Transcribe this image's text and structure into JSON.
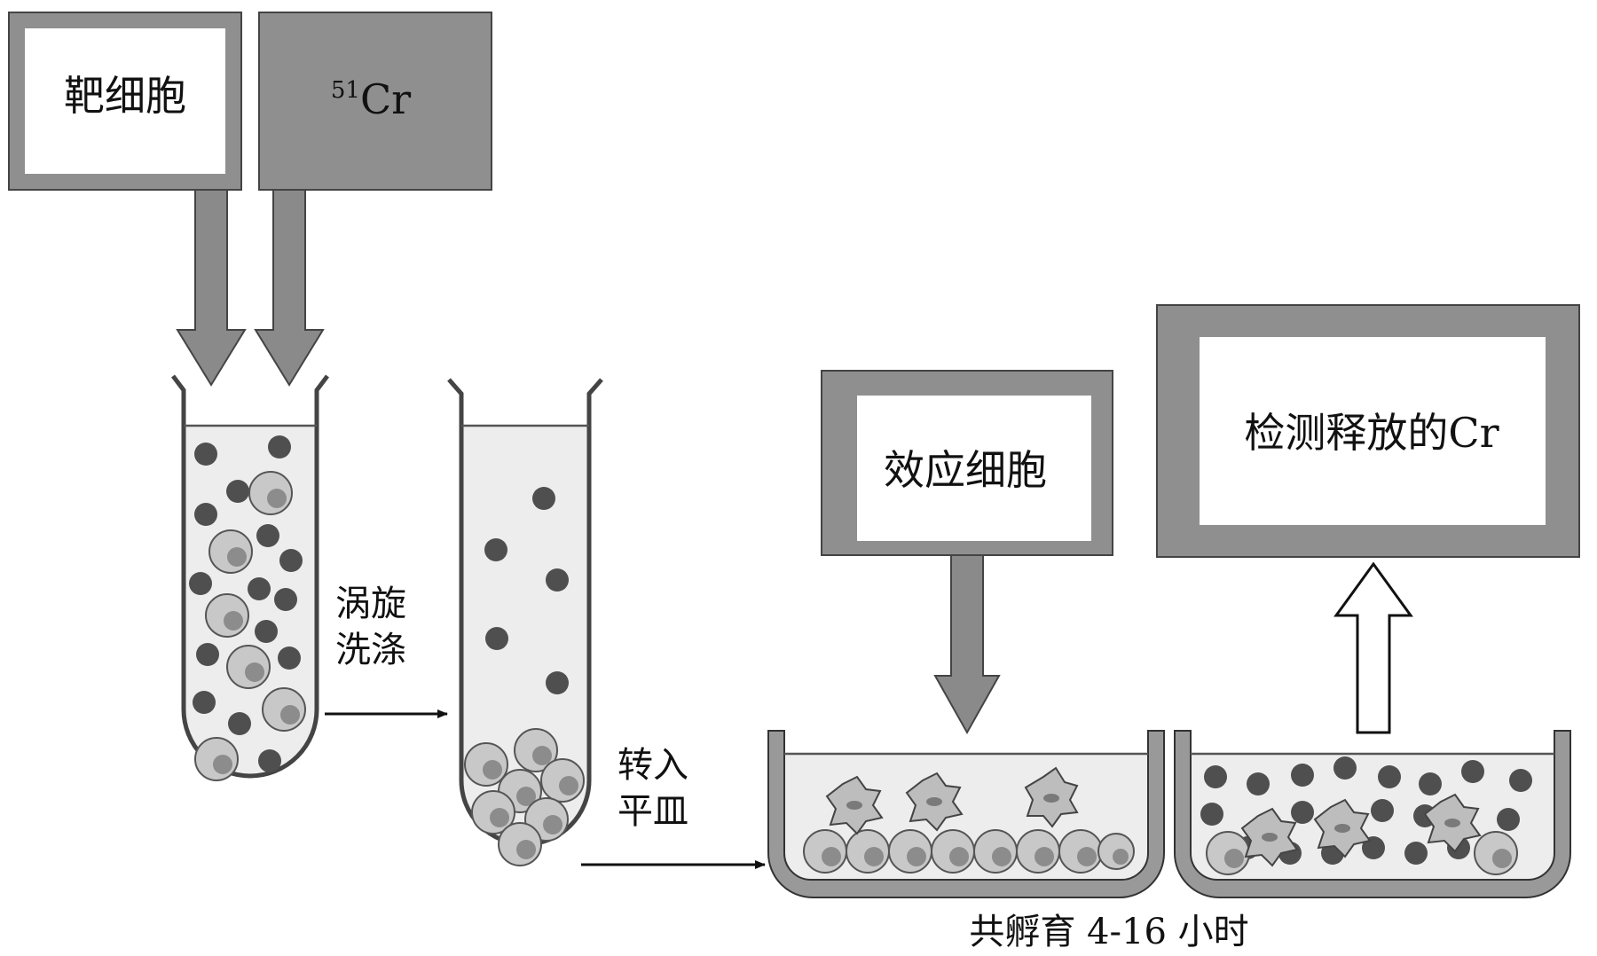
{
  "boxes": {
    "target_cells": "靶细胞",
    "chromium_mass": "51",
    "chromium_symbol": "Cr",
    "effector_cells": "效应细胞",
    "detect_release": "检测释放的Cr"
  },
  "steps": {
    "vortex_wash_line1": "涡旋",
    "vortex_wash_line2": "洗涤",
    "transfer_line1": "转入",
    "transfer_line2": "平皿",
    "coincubation": "共孵育 4-16 小时"
  },
  "colors": {
    "box_frame": "#8f8f8f",
    "arrow_fill": "#8a8a8a",
    "container_fill": "#ededed",
    "labeled_cell": "#4f4f4f",
    "target_cell_outer": "#c8c8c8",
    "target_cell_inner": "#8c8c8c"
  }
}
